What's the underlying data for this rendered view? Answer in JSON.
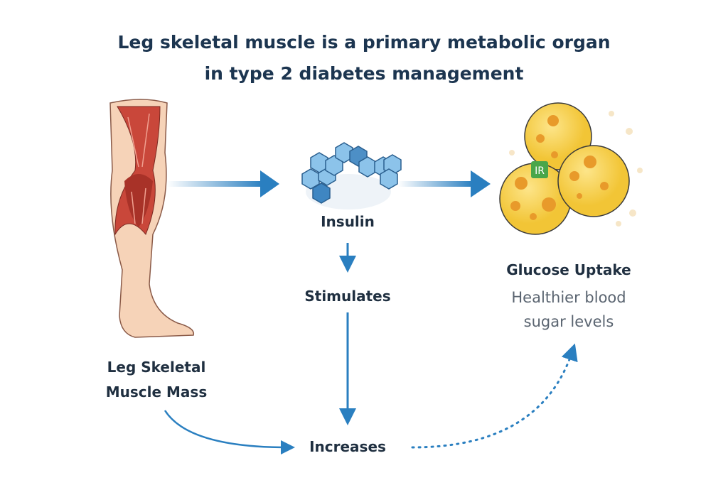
{
  "title": {
    "line1": "Leg skeletal muscle is a primary metabolic organ",
    "line2": "in type 2 diabetes management"
  },
  "nodes": {
    "insulin": "Insulin",
    "stimulates": "Stimulates",
    "increases": "Increases",
    "glucose_uptake": "Glucose Uptake",
    "healthier_line1": "Healthier blood",
    "healthier_line2": "sugar levels",
    "leg_line1": "Leg Skeletal",
    "leg_line2": "Muscle Mass",
    "cell_badge": "IR"
  },
  "colors": {
    "title": "#1c3550",
    "arrow": "#2a7fc0",
    "cell": "#f7cf4a",
    "badge": "#4aa64a"
  }
}
